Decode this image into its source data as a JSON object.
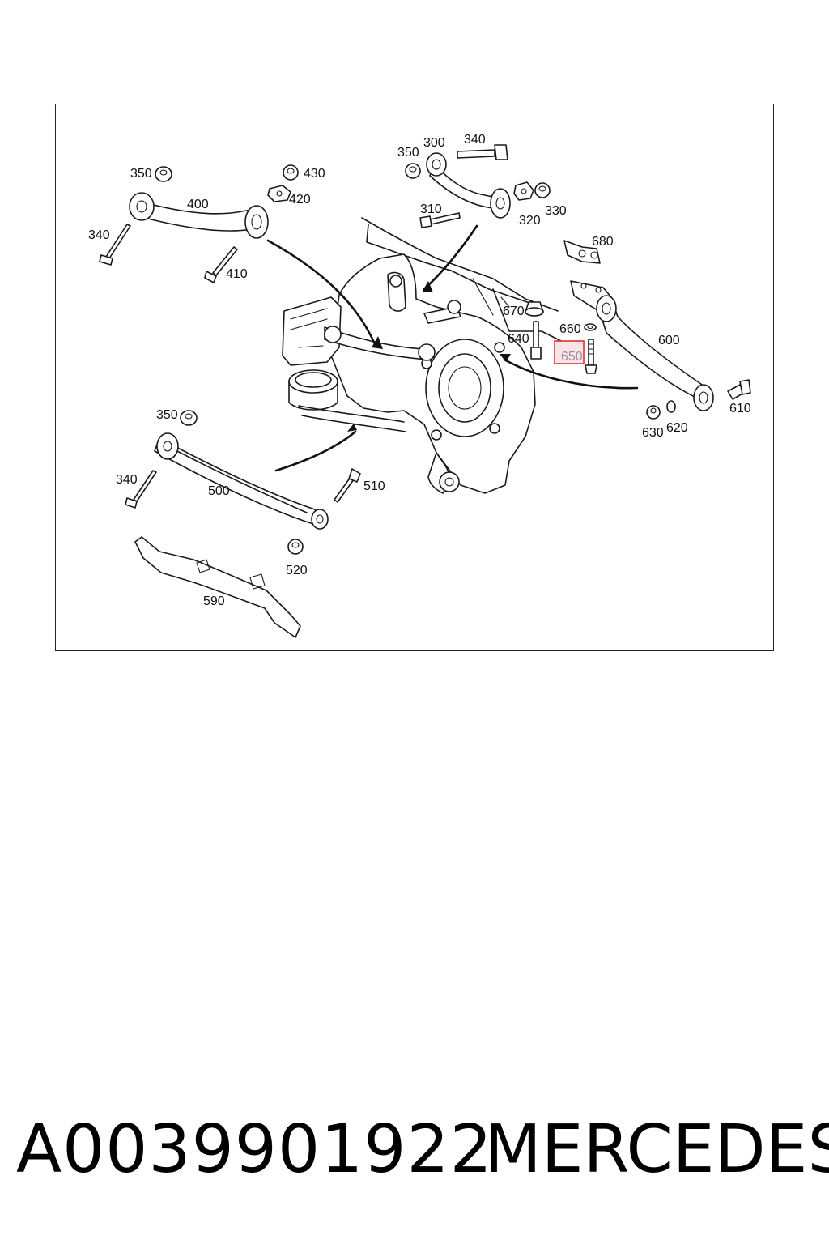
{
  "diagram": {
    "labels": {
      "p350a": "350",
      "p400": "400",
      "p430": "430",
      "p420": "420",
      "p340a": "340",
      "p410": "410",
      "p350b": "350",
      "p300": "300",
      "p340b": "340",
      "p310": "310",
      "p320": "320",
      "p330": "330",
      "p680": "680",
      "p670": "670",
      "p660": "660",
      "p640": "640",
      "p650": "650",
      "p600": "600",
      "p610": "610",
      "p630": "630",
      "p620": "620",
      "p350c": "350",
      "p340c": "340",
      "p500": "500",
      "p510": "510",
      "p520": "520",
      "p590": "590"
    },
    "highlighted_part": "650",
    "highlight_color": "#e03030"
  },
  "footer": {
    "part_number": "A0039901922",
    "brand": "MERCEDES"
  }
}
